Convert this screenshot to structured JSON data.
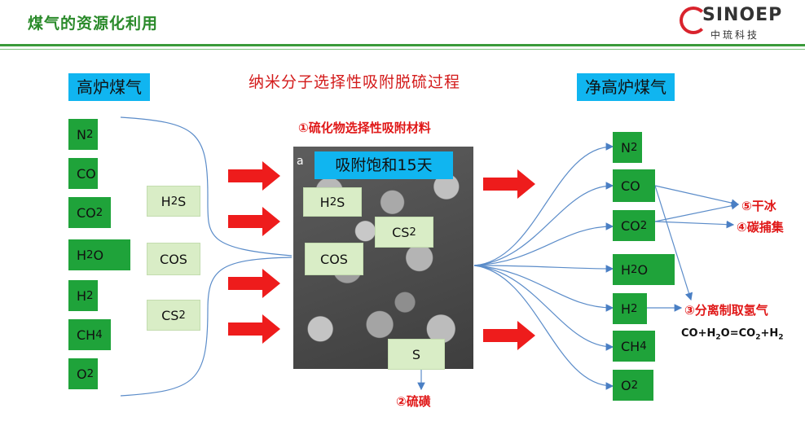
{
  "header": {
    "title": "煤气的资源化利用",
    "logo_main": "SINOEP",
    "logo_sub": "中琉科技"
  },
  "diagram": {
    "title": "纳米分子选择性吸附脱硫过程",
    "left_header": "高炉煤气",
    "right_header": "净高炉煤气",
    "left_gases": [
      "N2",
      "CO",
      "CO2",
      "H2O",
      "H2",
      "CH4",
      "O2"
    ],
    "sulfur_species": [
      "H2S",
      "COS",
      "CS2"
    ],
    "adsorbent_label": "①硫化物选择性吸附材料",
    "photo_letter": "a",
    "photo_caption": "吸附饱和15天",
    "photo_labels": [
      "H2S",
      "CS2",
      "COS",
      "S"
    ],
    "right_gases": [
      "N2",
      "CO",
      "CO2",
      "H2O",
      "H2",
      "CH4",
      "O2"
    ],
    "outputs": {
      "dry_ice": "⑤干冰",
      "carbon_capture": "④碳捕集",
      "hydrogen": "③分离制取氢气",
      "sulfur": "②硫磺"
    },
    "equation": "CO+H2O=CO2+H2"
  }
}
